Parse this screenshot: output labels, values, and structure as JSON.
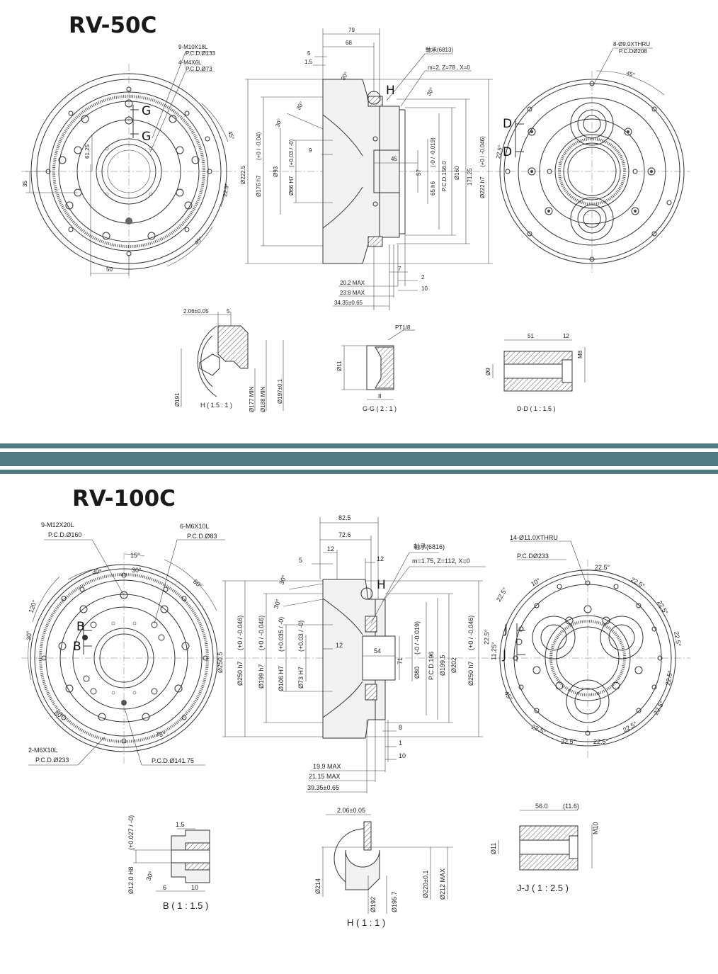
{
  "rv50": {
    "title": "RV-50C",
    "front": {
      "callout_bolt": "9-M10X18L",
      "callout_bolt_pcd": "P.C.D.Ø133",
      "callout_tap": "4-M4X6L",
      "callout_tap_pcd": "P.C.D.Ø73",
      "section_g": "G",
      "dim_61_25": "61.25",
      "dim_35": "35",
      "dim_50": "50",
      "ang_45a": "45°",
      "ang_22_5": "22.5°",
      "ang_45b": "45°"
    },
    "side": {
      "dim_79": "79",
      "dim_68": "68",
      "dim_5": "5",
      "dim_1_5": "1.5",
      "ang_30a": "30°",
      "ang_30b": "30°",
      "ang_30c": "30°",
      "ang_30d": "30°",
      "bearing": "軸承(6813)",
      "gear_spec": "m=2, Z=78 , X=0",
      "section_h": "H",
      "dia_222_5": "Ø222.5",
      "dia_176": "Ø176 h7",
      "tol_176": "(+0 / -0.04)",
      "dia_93": "Ø93",
      "dia_66": "Ø66 H7",
      "tol_66": "(+0.03 / -0)",
      "dim_9": "9",
      "dim_45": "45",
      "dim_57": "57",
      "dia_65": "65 h6",
      "tol_65": "(-0 / -0.019)",
      "pcd_156": "P.C.D.156.0",
      "dia_160": "Ø160",
      "dim_171_25": "171.25",
      "dia_222": "Ø222 h7",
      "tol_222": "(+0 / -0.046)",
      "dim_7": "7",
      "dim_2": "2",
      "dim_10": "10",
      "max_20_2": "20.2 MAX",
      "max_23_8": "23.8 MAX",
      "dim_34_35": "34.35±0.65"
    },
    "rear": {
      "callout_thru": "8-Ø9.0XTHRU",
      "callout_pcd": "P.C.DØ208",
      "ang_45": "45°",
      "ang_22_5": "22.5°",
      "section_d": "D"
    },
    "detail_h": {
      "dim_2_06": "2.06±0.05",
      "dim_5": "5",
      "dia_191": "Ø191",
      "dia_177": "Ø177 MIN",
      "dia_188": "Ø188 MIN",
      "dia_197": "Ø197±0.1",
      "label": "H ( 1.5 : 1 )"
    },
    "detail_g": {
      "pt": "PT1/8",
      "dia_11": "Ø11",
      "dim_8": "8",
      "label": "G-G ( 2 : 1 )"
    },
    "detail_d": {
      "dim_51": "51",
      "dim_12": "12",
      "dim_m8": "M8",
      "dia_9": "Ø9",
      "label": "D-D ( 1 : 1.5 )"
    }
  },
  "rv100": {
    "title": "RV-100C",
    "front": {
      "callout_bolt": "9-M12X20L",
      "callout_bolt_pcd": "P.C.D.Ø160",
      "callout_tap": "6-M6X10L",
      "callout_tap_pcd": "P.C.D.Ø83",
      "callout_tap2": "2-M6X10L",
      "callout_tap2_pcd": "P.C.D.Ø233",
      "pcd_141": "P.C.D.Ø141.75",
      "section_b": "B",
      "ang_15": "15°",
      "ang_30a": "30°",
      "ang_30b": "30°",
      "ang_60": "60°",
      "ang_120": "120°",
      "ang_30c": "30°",
      "ang_80": "80°",
      "ang_75": "75°"
    },
    "side": {
      "dim_82_5": "82.5",
      "dim_72_6": "72.6",
      "dim_12a": "12",
      "dim_12b": "12",
      "dim_5": "5",
      "bearing": "軸承(6816)",
      "gear_spec": "m=1.75, Z=112, X=0",
      "section_h": "H",
      "ang_30a": "30°",
      "ang_30b": "30°",
      "dia_250_5": "Ø250.5",
      "dia_250": "Ø250 h7",
      "tol_250": "(+0 / -0.046)",
      "dia_199": "Ø199 h7",
      "tol_199": "(+0 / -0.046)",
      "dia_106": "Ø106 H7",
      "tol_106": "(+0.035 / -0)",
      "dia_73": "Ø73 H7",
      "tol_73": "(+0.03 / -0)",
      "dim_12c": "12",
      "dim_54": "54",
      "dim_71": "71",
      "dia_80": "Ø80",
      "tol_80": "(-0 / -0.019)",
      "pcd_196": "P.C.D.196",
      "dia_199_5": "Ø199.5",
      "dia_202": "Ø202",
      "dia_250b": "Ø250 h7",
      "tol_250b": "(+0 / -0.046)",
      "dim_8": "8",
      "dim_1": "1",
      "dim_10": "10",
      "max_19_9": "19.9 MAX",
      "max_21_15": "21.15 MAX",
      "dim_39_35": "39.35±0.65"
    },
    "rear": {
      "callout_thru": "14-Ø11.0XTHRU",
      "callout_pcd": "P.C.DØ233",
      "ang_22_5": "22.5°",
      "ang_10": "10°",
      "ang_11_25": "11.25°",
      "ang_45": "45°",
      "section_j": "J"
    },
    "detail_b": {
      "dim_1_5": "1.5",
      "dia_12": "Ø12.0 H8",
      "tol_12": "(+0.027 / -0)",
      "ang_30": "30°",
      "dim_6": "6",
      "dim_10": "10",
      "label": "B ( 1 : 1.5 )"
    },
    "detail_h": {
      "dim_2_06": "2.06±0.05",
      "dia_214": "Ø214",
      "dia_192": "Ø192",
      "dia_195": "Ø195.7",
      "dia_220": "Ø220±0.1",
      "dia_212": "Ø212 MAX",
      "label": "H ( 1 : 1 )"
    },
    "detail_j": {
      "dim_56": "56.0",
      "dim_11_6": "(11.6)",
      "dim_m10": "M10",
      "dia_11": "Ø11",
      "label": "J-J ( 1 : 2.5 )"
    }
  },
  "colors": {
    "band": "#527a82",
    "ink": "#333333"
  }
}
